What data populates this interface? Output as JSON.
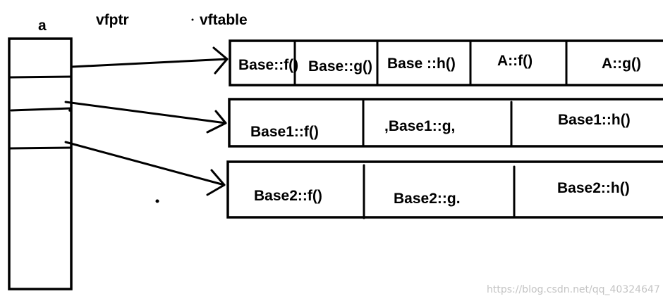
{
  "labels": {
    "object": "a",
    "vfptr": "vfptr",
    "vftable": "vftable"
  },
  "tables": [
    {
      "entries": [
        "Base::f()",
        "Base::g()",
        "Base ::h()",
        "A::f()",
        "A::g()"
      ]
    },
    {
      "entries": [
        "Base1::f()",
        ",Base1::g,",
        "Base1::h()"
      ]
    },
    {
      "entries": [
        "Base2::f()",
        "Base2::g.",
        "Base2::h()"
      ]
    }
  ],
  "watermark": "https://blog.csdn.net/qq_40324647"
}
